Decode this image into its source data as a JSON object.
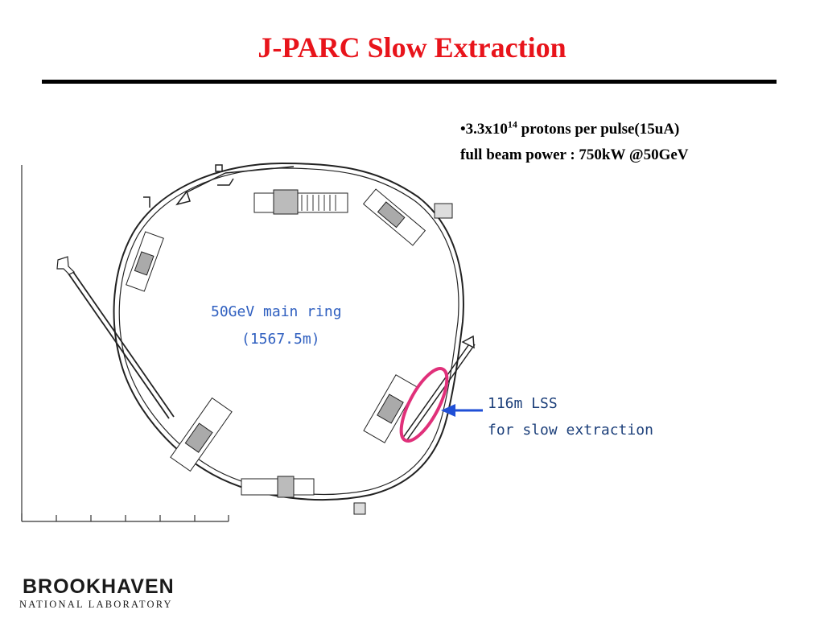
{
  "slide": {
    "title": "J-PARC Slow Extraction",
    "bullet_line1_prefix": "•3.3x10",
    "bullet_line1_exponent": "14",
    "bullet_line1_suffix": " protons per pulse(15uA)",
    "bullet_line2": "full beam power : 750kW @50GeV"
  },
  "diagram": {
    "ring_label_line1": "50GeV main ring",
    "ring_label_line2": "(1567.5m)",
    "lss_label_line1": "116m LSS",
    "lss_label_line2": "for slow extraction",
    "highlight_color": "#e0307a",
    "arrow_color": "#1f4fd6",
    "ring_color": "#222222"
  },
  "footer": {
    "logo_name": "BROOKHAVEN",
    "logo_sub": "NATIONAL LABORATORY"
  }
}
